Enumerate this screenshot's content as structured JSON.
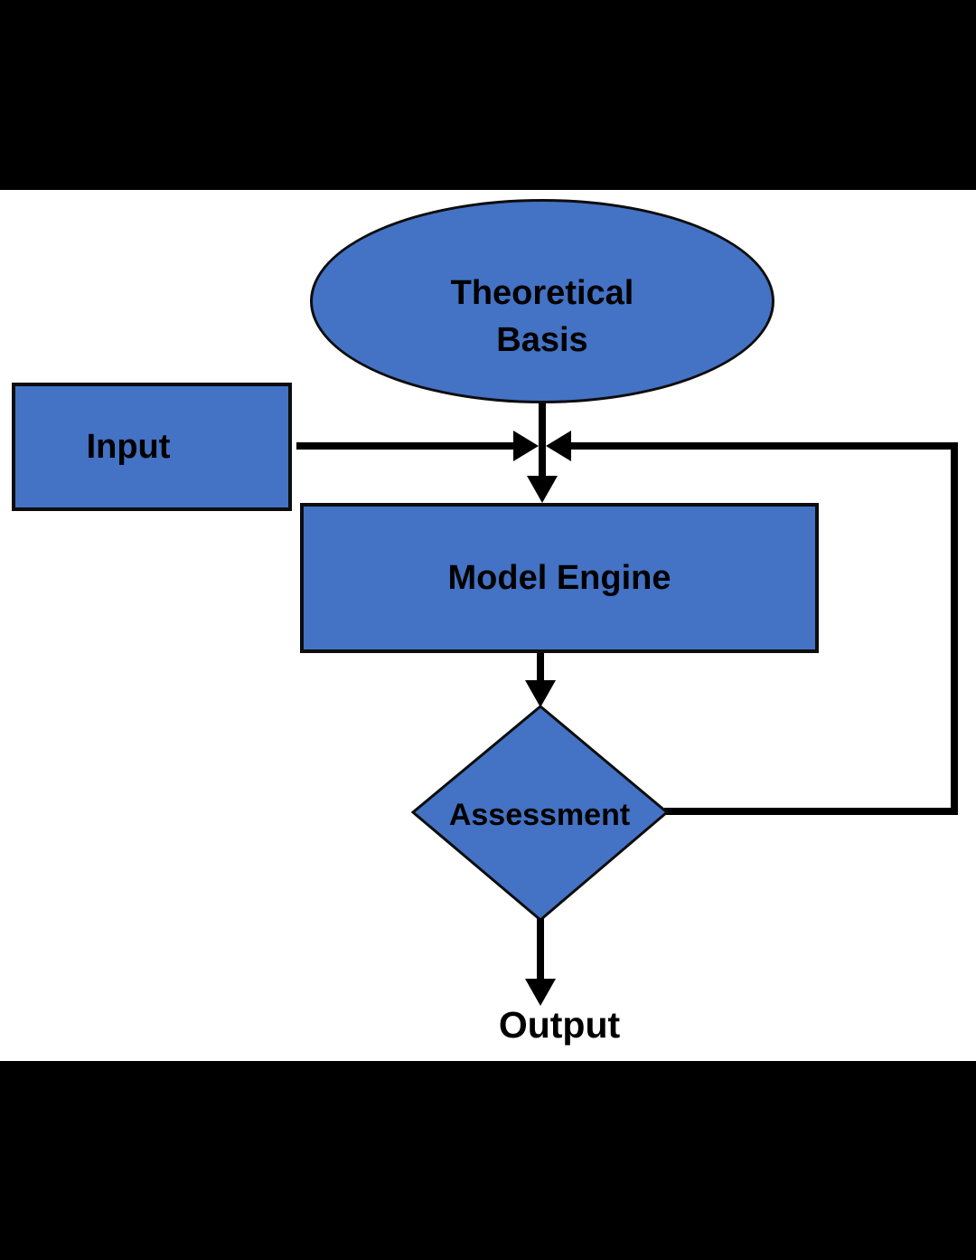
{
  "palette": {
    "background": "#000000",
    "panel": "#ffffff",
    "node_fill": "#4472c4",
    "node_border": "#0d0d0d",
    "connector": "#000000",
    "label_text": "#000000"
  },
  "nodes": {
    "theoretical_basis": {
      "shape": "ellipse",
      "label_line1": "Theoretical",
      "label_line2": "Basis"
    },
    "input": {
      "shape": "rectangle",
      "label": "Input"
    },
    "model_engine": {
      "shape": "rectangle",
      "label": "Model Engine"
    },
    "assessment": {
      "shape": "diamond",
      "label": "Assessment"
    },
    "output": {
      "shape": "text",
      "label": "Output"
    }
  },
  "edges": [
    {
      "from": "theoretical_basis",
      "to": "model_engine",
      "style": "straight-down-arrow"
    },
    {
      "from": "input",
      "to": "model_engine",
      "style": "horizontal-arrow-into-junction"
    },
    {
      "from": "model_engine",
      "to": "assessment",
      "style": "straight-down-arrow"
    },
    {
      "from": "assessment",
      "to": "model_engine",
      "style": "feedback-loop-right-side"
    },
    {
      "from": "assessment",
      "to": "output",
      "style": "straight-down-arrow"
    }
  ]
}
